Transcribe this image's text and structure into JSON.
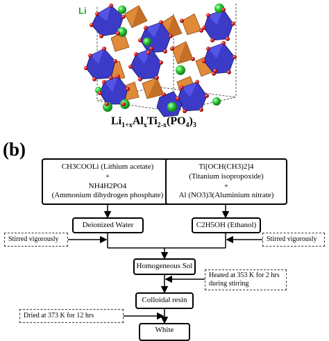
{
  "crystal": {
    "li_label": "Li",
    "formula": {
      "a": "Li",
      "b": "1+x",
      "c": "Al",
      "d": "x",
      "e": "Ti",
      "f": "2-x",
      "g": "(PO",
      "h": "4",
      "i": ")",
      "j": "3"
    }
  },
  "panel_b_label": "(b)",
  "boxes": {
    "left_top": {
      "l1": "CH3COOLi (Lithium acetate)",
      "l2": "+",
      "l3": "NH4H2PO4",
      "l4": "(Ammonium dihydrogen phosphate)"
    },
    "right_top": {
      "l1": "Ti[OCH(CH3)2]4",
      "l2": "(Titanium isopropoxide)",
      "l3": "+",
      "l4": "Al (NO3)3(Aluminium nitrate)"
    },
    "deionized": "Deionized Water",
    "ethanol": "C2H5OH (Ethanol)",
    "sol": "Homogeneous Sol",
    "resin": "Colloidal resin",
    "bottom": "White"
  },
  "notes": {
    "stir_left": "Stirred vigorously",
    "stir_right": "Stirred vigorously",
    "heated_l1": "Heated at 353 K for 2 hrs",
    "heated_l2": "during stirring",
    "dried": "Dried at 373 K for 12 hrs"
  },
  "colors": {
    "octahedron": "#3b3bc8",
    "tetrahedron": "#e08a3a",
    "li_sphere": "#2fcf3a",
    "oxygen": "#d42020",
    "li_label": "#22aa22"
  }
}
